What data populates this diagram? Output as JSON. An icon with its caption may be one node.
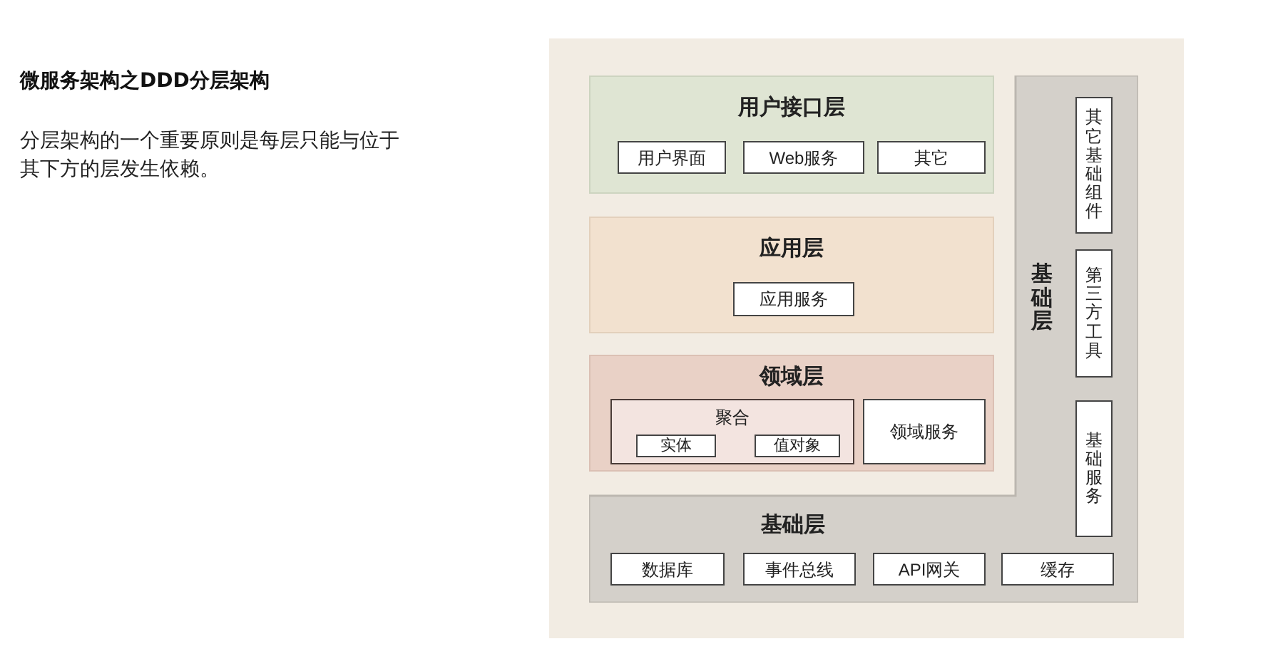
{
  "diagram": {
    "title": "微服务架构之DDD分层架构",
    "nodes": [
      {
        "text": [
          "用户接口层"
        ]
      },
      {
        "text": [
          "用户界面"
        ],
        "in": 0
      },
      {
        "text": [
          "Web服务"
        ],
        "in": 0
      },
      {
        "text": [
          "其它"
        ],
        "in": 0
      },
      {
        "text": [
          "应用层"
        ]
      },
      {
        "text": [
          "应用服务"
        ],
        "in": 4
      },
      {
        "text": [
          "领域层"
        ]
      },
      {
        "text": [
          "聚合"
        ],
        "in": 6
      },
      {
        "text": [
          "实体"
        ],
        "in": 7
      },
      {
        "text": [
          "值对象"
        ],
        "in": 7
      },
      {
        "text": [
          "领域服务"
        ],
        "in": 6
      },
      {
        "text": [
          "基础层",
          "基础层"
        ]
      },
      {
        "text": [
          "其它基础组件"
        ],
        "in": 11
      },
      {
        "text": [
          "第三方工具"
        ],
        "in": 11
      },
      {
        "text": [
          "基础服务"
        ],
        "in": 11
      },
      {
        "text": [
          "数据库"
        ],
        "in": 11
      },
      {
        "text": [
          "事件总线"
        ],
        "in": 11
      },
      {
        "text": [
          "API网关"
        ],
        "in": 11
      },
      {
        "text": [
          "缓存"
        ],
        "in": 11
      }
    ],
    "labels": [
      "分层架构的一个重要原则是每层只能与位于其下方的层发生依赖。"
    ]
  }
}
